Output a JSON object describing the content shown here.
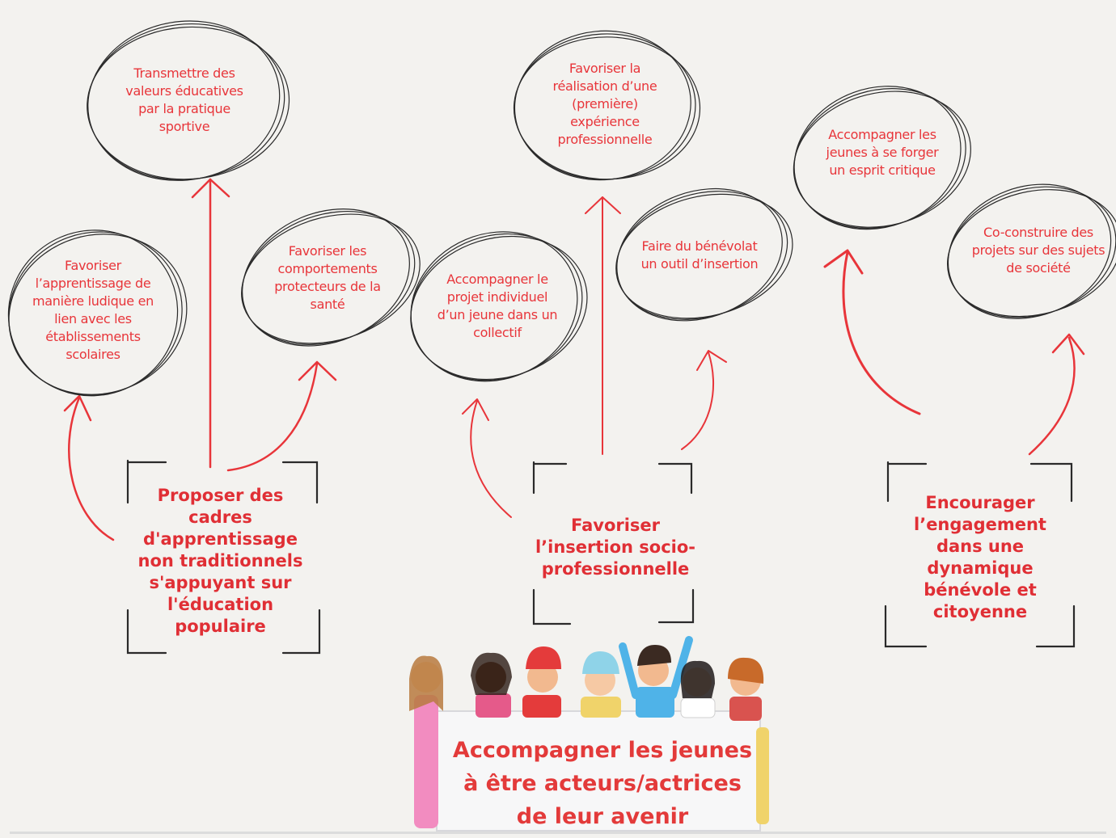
{
  "colors": {
    "accent": "#e8353a",
    "ink": "#2a2a2a",
    "background": "#f3f2ef"
  },
  "pillars": [
    {
      "label": "Proposer des cadres d'apprentissage non traditionnels s'appuyant sur l'éducation populaire",
      "objectives": [
        "Favoriser l’apprentissage de manière ludique en lien avec les établissements scolaires",
        "Transmettre des valeurs éducatives par la pratique sportive",
        "Favoriser les comportements protecteurs de la santé"
      ]
    },
    {
      "label": "Favoriser l’insertion socio-professionnelle",
      "objectives": [
        "Accompagner le projet individuel d’un jeune dans un collectif",
        "Favoriser la réalisation d’une (première) expérience professionnelle",
        "Faire du bénévolat un outil d’insertion"
      ]
    },
    {
      "label": "Encourager l’engagement dans une dynamique bénévole et citoyenne",
      "objectives": [
        "Accompagner les jeunes à se forger un esprit critique",
        "Co-construire des projets sur des sujets de société"
      ]
    }
  ],
  "banner": {
    "text": "Accompagner les jeunes à être acteurs/actrices de leur avenir"
  },
  "illustration": {
    "icon": "group-of-children-illustration"
  }
}
